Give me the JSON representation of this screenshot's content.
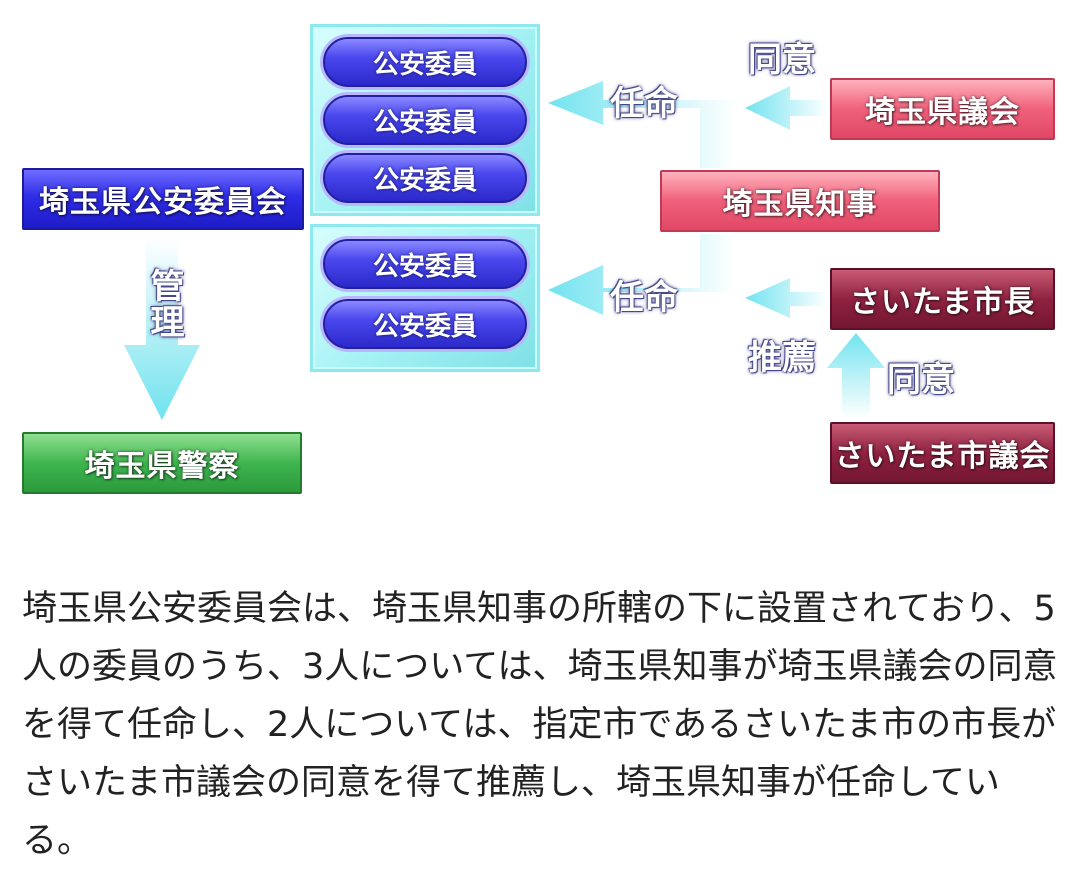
{
  "diagram": {
    "committee": "埼玉県公安委員会",
    "police": "埼玉県警察",
    "governor": "埼玉県知事",
    "pref_assembly": "埼玉県議会",
    "mayor": "さいたま市長",
    "city_assembly": "さいたま市議会",
    "member_label": "公安委員",
    "members": [
      "公安委員",
      "公安委員",
      "公安委員",
      "公安委員",
      "公安委員"
    ],
    "labels": {
      "manage": "管理",
      "appoint_top": "任命",
      "appoint_bottom": "任命",
      "consent_top": "同意",
      "recommend": "推薦",
      "consent_bottom": "同意"
    }
  },
  "description": "埼玉県公安委員会は、埼玉県知事の所轄の下に設置されており、5人の委員のうち、3人については、埼玉県知事が埼玉県議会の同意を得て任命し、2人については、指定市であるさいたま市の市長がさいたま市議会の同意を得て推薦し、埼玉県知事が任命している。",
  "colors": {
    "arrow": "#7fe6f0",
    "panel": "#a5f2f4",
    "blue": "#2f2de6",
    "green": "#3fb54f",
    "pink": "#f0607a",
    "maroon": "#8e2240"
  }
}
